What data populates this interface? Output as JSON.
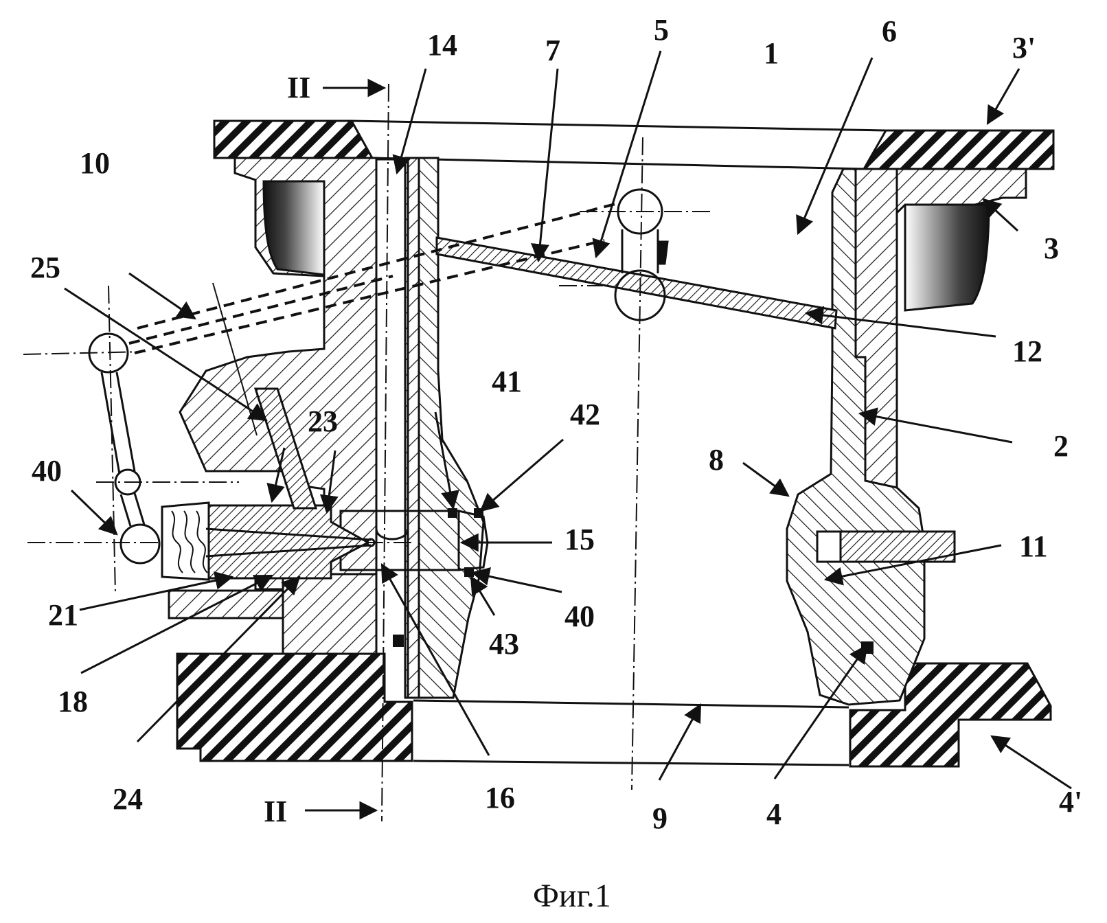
{
  "figure": {
    "caption": "Фиг.1",
    "section_labels": [
      "II",
      "II"
    ],
    "labels": [
      "14",
      "7",
      "5",
      "1",
      "6",
      "3'",
      "10",
      "25",
      "3",
      "12",
      "23",
      "41",
      "42",
      "2",
      "8",
      "40",
      "15",
      "11",
      "40",
      "21",
      "43",
      "18",
      "24",
      "16",
      "9",
      "4",
      "4'"
    ]
  }
}
